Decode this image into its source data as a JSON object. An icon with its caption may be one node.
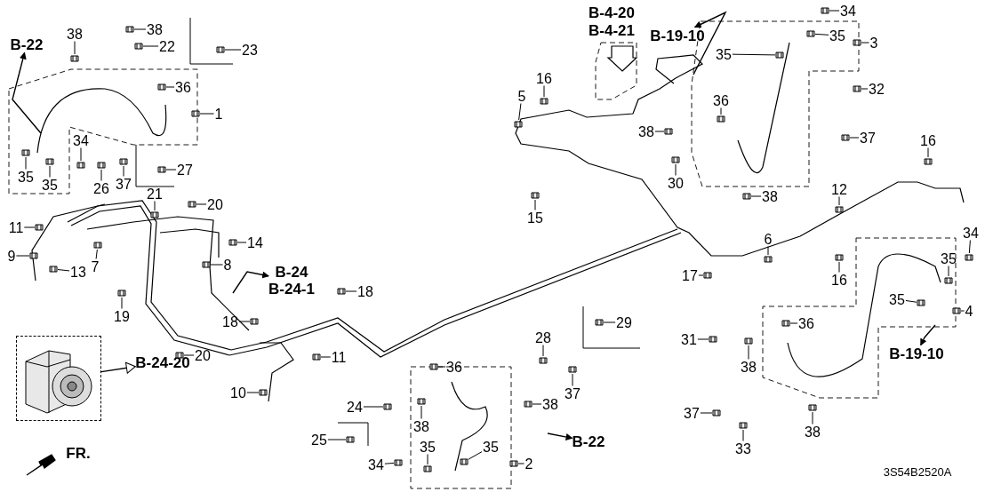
{
  "diagram": {
    "nodes": [
      {
        "text": [],
        "shape": "picture"
      },
      {
        "text": [
          "B-24-20"
        ]
      },
      {
        "text": [
          "38"
        ]
      },
      {
        "text": [
          "38"
        ]
      },
      {
        "text": [
          "22"
        ]
      },
      {
        "text": [
          "23"
        ]
      },
      {
        "text": [
          "36"
        ]
      },
      {
        "text": [
          "1"
        ]
      },
      {
        "text": [
          "34"
        ]
      },
      {
        "text": [
          "35"
        ]
      },
      {
        "text": [
          "35"
        ]
      },
      {
        "text": [
          "26"
        ]
      },
      {
        "text": [
          "37"
        ]
      },
      {
        "text": [
          "27"
        ]
      },
      {
        "text": [
          "21"
        ]
      },
      {
        "text": [
          "20"
        ]
      },
      {
        "text": [
          "11"
        ]
      },
      {
        "text": [
          "14"
        ]
      },
      {
        "text": [
          "9"
        ]
      },
      {
        "text": [
          "7"
        ]
      },
      {
        "text": [
          "13"
        ]
      },
      {
        "text": [
          "8"
        ]
      },
      {
        "text": [
          "18"
        ]
      },
      {
        "text": [
          "19"
        ]
      },
      {
        "text": [
          "18"
        ]
      },
      {
        "text": [
          "20"
        ]
      },
      {
        "text": [
          "11"
        ]
      },
      {
        "text": [
          "10"
        ]
      },
      {
        "text": [
          "24"
        ]
      },
      {
        "text": [
          "38"
        ]
      },
      {
        "text": [
          "25"
        ]
      },
      {
        "text": [
          "34"
        ]
      },
      {
        "text": [
          "35"
        ]
      },
      {
        "text": [
          "35"
        ]
      },
      {
        "text": [
          "36"
        ]
      },
      {
        "text": [
          "2"
        ]
      },
      {
        "text": [
          "28"
        ]
      },
      {
        "text": [
          "37"
        ]
      },
      {
        "text": [
          "38"
        ]
      },
      {
        "text": [
          "29"
        ]
      },
      {
        "text": [
          "16"
        ]
      },
      {
        "text": [
          "5"
        ]
      },
      {
        "text": [
          "15"
        ]
      },
      {
        "text": [
          "38"
        ]
      },
      {
        "text": [
          "30"
        ]
      },
      {
        "text": [
          "36"
        ]
      },
      {
        "text": [
          "35"
        ]
      },
      {
        "text": [
          "38"
        ]
      },
      {
        "text": [
          "34"
        ]
      },
      {
        "text": [
          "35"
        ]
      },
      {
        "text": [
          "3"
        ]
      },
      {
        "text": [
          "32"
        ]
      },
      {
        "text": [
          "37"
        ]
      },
      {
        "text": [
          "16"
        ]
      },
      {
        "text": [
          "12"
        ]
      },
      {
        "text": [
          "6"
        ]
      },
      {
        "text": [
          "34"
        ]
      },
      {
        "text": [
          "35"
        ]
      },
      {
        "text": [
          "17"
        ]
      },
      {
        "text": [
          "16"
        ]
      },
      {
        "text": [
          "35"
        ]
      },
      {
        "text": [
          "4"
        ]
      },
      {
        "text": [
          "36"
        ]
      },
      {
        "text": [
          "31"
        ]
      },
      {
        "text": [
          "38"
        ]
      },
      {
        "text": [
          "37"
        ]
      },
      {
        "text": [
          "38"
        ]
      },
      {
        "text": [
          "33"
        ]
      },
      {
        "text": [],
        "shape": "picture"
      },
      {
        "text": [],
        "shape": "picture"
      },
      {
        "text": [],
        "shape": "picture"
      },
      {
        "text": [],
        "shape": "picture"
      },
      {
        "text": [],
        "shape": "picture"
      },
      {
        "text": [],
        "shape": "picture"
      },
      {
        "text": [],
        "shape": "picture"
      },
      {
        "text": [],
        "shape": "picture"
      },
      {
        "text": [],
        "shape": "picture"
      },
      {
        "text": [],
        "shape": "picture"
      },
      {
        "text": [],
        "shape": "picture"
      },
      {
        "text": [],
        "shape": "picture"
      },
      {
        "text": [],
        "shape": "picture"
      },
      {
        "text": [],
        "shape": "picture"
      },
      {
        "text": [],
        "shape": "picture"
      },
      {
        "text": [],
        "shape": "picture"
      },
      {
        "text": [],
        "shape": "picture"
      },
      {
        "text": [],
        "shape": "picture"
      },
      {
        "text": [],
        "shape": "picture"
      },
      {
        "text": [],
        "shape": "picture"
      },
      {
        "text": [],
        "shape": "picture"
      },
      {
        "text": [],
        "shape": "picture"
      },
      {
        "text": [],
        "shape": "picture"
      },
      {
        "text": [],
        "shape": "picture"
      },
      {
        "text": [],
        "shape": "picture"
      },
      {
        "text": [],
        "shape": "picture"
      },
      {
        "text": [],
        "shape": "picture"
      },
      {
        "text": [],
        "shape": "picture"
      },
      {
        "text": [],
        "shape": "picture"
      },
      {
        "text": [],
        "shape": "picture"
      },
      {
        "text": [],
        "shape": "picture"
      },
      {
        "text": [],
        "shape": "picture"
      },
      {
        "text": [],
        "shape": "picture"
      },
      {
        "text": [],
        "shape": "picture"
      },
      {
        "text": [],
        "shape": "picture"
      },
      {
        "text": [],
        "shape": "picture"
      },
      {
        "text": [],
        "shape": "picture"
      },
      {
        "text": [],
        "shape": "picture"
      },
      {
        "text": [],
        "shape": "picture"
      },
      {
        "text": [],
        "shape": "picture"
      },
      {
        "text": [],
        "shape": "picture"
      },
      {
        "text": [],
        "shape": "picture"
      },
      {
        "text": [],
        "shape": "picture"
      },
      {
        "text": [],
        "shape": "picture"
      },
      {
        "text": [],
        "shape": "picture"
      },
      {
        "text": [],
        "shape": "picture"
      },
      {
        "text": [],
        "shape": "picture"
      },
      {
        "text": [],
        "shape": "picture"
      },
      {
        "text": [],
        "shape": "picture"
      },
      {
        "text": [],
        "shape": "picture"
      },
      {
        "text": [],
        "shape": "picture"
      },
      {
        "text": [],
        "shape": "picture"
      },
      {
        "text": [],
        "shape": "picture"
      },
      {
        "text": [],
        "shape": "picture"
      },
      {
        "text": [],
        "shape": "picture"
      },
      {
        "text": [],
        "shape": "picture"
      },
      {
        "text": [],
        "shape": "picture"
      },
      {
        "text": [],
        "shape": "picture"
      },
      {
        "text": [],
        "shape": "picture"
      },
      {
        "text": [],
        "shape": "picture"
      },
      {
        "text": [],
        "shape": "picture"
      },
      {
        "text": [],
        "shape": "picture"
      },
      {
        "text": [],
        "shape": "picture"
      },
      {
        "text": [],
        "shape": "picture"
      },
      {
        "text": [],
        "shape": "picture"
      },
      {
        "text": [],
        "shape": "picture"
      },
      {
        "text": [
          "B-22"
        ]
      },
      {
        "text": [
          "B-19-10"
        ]
      },
      {
        "text": [
          "B-24",
          "B-24-1"
        ]
      },
      {
        "text": [
          "B-22"
        ]
      },
      {
        "text": [
          "B-19-10"
        ]
      }
    ],
    "edges": [
      {
        "from": 0,
        "to": 1,
        "arrow": "to"
      },
      {
        "from": 2,
        "to": 68,
        "arrow": "none"
      },
      {
        "from": 3,
        "to": 69,
        "arrow": "none"
      },
      {
        "from": 4,
        "to": 70,
        "arrow": "none"
      },
      {
        "from": 5,
        "to": 71,
        "arrow": "none"
      },
      {
        "from": 6,
        "to": 72,
        "arrow": "none"
      },
      {
        "from": 7,
        "to": 73,
        "arrow": "none"
      },
      {
        "from": 8,
        "to": 74,
        "arrow": "none"
      },
      {
        "from": 9,
        "to": 75,
        "arrow": "none"
      },
      {
        "from": 10,
        "to": 76,
        "arrow": "none"
      },
      {
        "from": 11,
        "to": 77,
        "arrow": "none"
      },
      {
        "from": 12,
        "to": 78,
        "arrow": "none"
      },
      {
        "from": 13,
        "to": 79,
        "arrow": "none"
      },
      {
        "from": 14,
        "to": 80,
        "arrow": "none"
      },
      {
        "from": 15,
        "to": 81,
        "arrow": "none"
      },
      {
        "from": 16,
        "to": 82,
        "arrow": "none"
      },
      {
        "from": 17,
        "to": 83,
        "arrow": "none"
      },
      {
        "from": 18,
        "to": 84,
        "arrow": "none"
      },
      {
        "from": 19,
        "to": 85,
        "arrow": "none"
      },
      {
        "from": 20,
        "to": 86,
        "arrow": "none"
      },
      {
        "from": 21,
        "to": 87,
        "arrow": "none"
      },
      {
        "from": 22,
        "to": 88,
        "arrow": "none"
      },
      {
        "from": 23,
        "to": 89,
        "arrow": "none"
      },
      {
        "from": 24,
        "to": 90,
        "arrow": "none"
      },
      {
        "from": 25,
        "to": 91,
        "arrow": "none"
      },
      {
        "from": 26,
        "to": 92,
        "arrow": "none"
      },
      {
        "from": 27,
        "to": 93,
        "arrow": "none"
      },
      {
        "from": 28,
        "to": 94,
        "arrow": "none"
      },
      {
        "from": 29,
        "to": 95,
        "arrow": "none"
      },
      {
        "from": 30,
        "to": 96,
        "arrow": "none"
      },
      {
        "from": 31,
        "to": 97,
        "arrow": "none"
      },
      {
        "from": 32,
        "to": 98,
        "arrow": "none"
      },
      {
        "from": 33,
        "to": 99,
        "arrow": "none"
      },
      {
        "from": 34,
        "to": 100,
        "arrow": "none"
      },
      {
        "from": 35,
        "to": 101,
        "arrow": "none"
      },
      {
        "from": 36,
        "to": 102,
        "arrow": "none"
      },
      {
        "from": 37,
        "to": 103,
        "arrow": "none"
      },
      {
        "from": 38,
        "to": 104,
        "arrow": "none"
      },
      {
        "from": 39,
        "to": 105,
        "arrow": "none"
      },
      {
        "from": 40,
        "to": 106,
        "arrow": "none"
      },
      {
        "from": 41,
        "to": 107,
        "arrow": "none"
      },
      {
        "from": 42,
        "to": 108,
        "arrow": "none"
      },
      {
        "from": 43,
        "to": 109,
        "arrow": "none"
      },
      {
        "from": 44,
        "to": 110,
        "arrow": "none"
      },
      {
        "from": 45,
        "to": 111,
        "arrow": "none"
      },
      {
        "from": 46,
        "to": 112,
        "arrow": "none"
      },
      {
        "from": 47,
        "to": 113,
        "arrow": "none"
      },
      {
        "from": 48,
        "to": 114,
        "arrow": "none"
      },
      {
        "from": 49,
        "to": 115,
        "arrow": "none"
      },
      {
        "from": 50,
        "to": 116,
        "arrow": "none"
      },
      {
        "from": 51,
        "to": 117,
        "arrow": "none"
      },
      {
        "from": 52,
        "to": 118,
        "arrow": "none"
      },
      {
        "from": 53,
        "to": 119,
        "arrow": "none"
      },
      {
        "from": 54,
        "to": 120,
        "arrow": "none"
      },
      {
        "from": 55,
        "to": 121,
        "arrow": "none"
      },
      {
        "from": 56,
        "to": 122,
        "arrow": "none"
      },
      {
        "from": 57,
        "to": 123,
        "arrow": "none"
      },
      {
        "from": 58,
        "to": 124,
        "arrow": "none"
      },
      {
        "from": 59,
        "to": 125,
        "arrow": "none"
      },
      {
        "from": 60,
        "to": 126,
        "arrow": "none"
      },
      {
        "from": 61,
        "to": 127,
        "arrow": "none"
      },
      {
        "from": 62,
        "to": 128,
        "arrow": "none"
      },
      {
        "from": 63,
        "to": 129,
        "arrow": "none"
      },
      {
        "from": 64,
        "to": 130,
        "arrow": "none"
      },
      {
        "from": 65,
        "to": 131,
        "arrow": "none"
      },
      {
        "from": 66,
        "to": 132,
        "arrow": "none"
      },
      {
        "from": 67,
        "to": 133,
        "arrow": "none"
      },
      {
        "from": null,
        "to": 134,
        "arrow": "to"
      },
      {
        "from": null,
        "to": 135,
        "arrow": "to"
      },
      {
        "from": null,
        "to": 136,
        "arrow": "to"
      },
      {
        "from": null,
        "to": 137,
        "arrow": "to"
      },
      {
        "from": null,
        "to": 138,
        "arrow": "to"
      }
    ],
    "labels": [
      "B-4-20",
      "B-4-21",
      "FR.",
      "3S54B2520A"
    ]
  }
}
